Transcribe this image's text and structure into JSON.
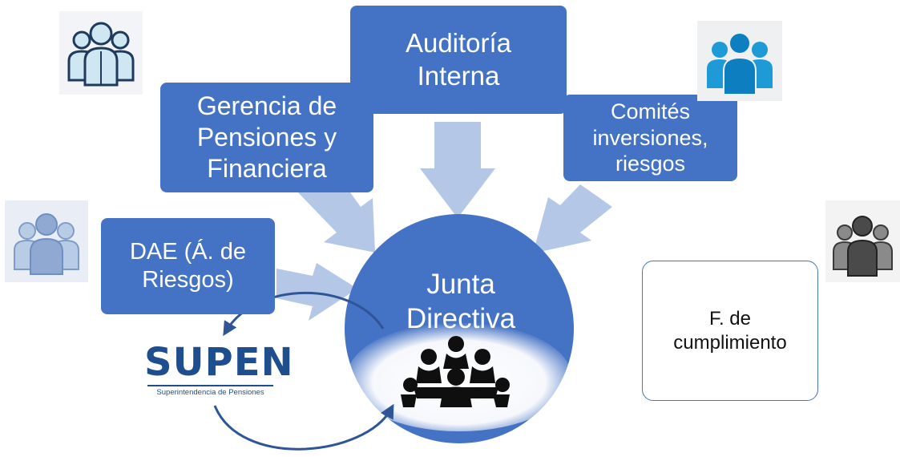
{
  "nodes": {
    "auditoria": {
      "label": "Auditoría\nInterna"
    },
    "gerencia": {
      "label": "Gerencia de\nPensiones y\nFinanciera"
    },
    "comites": {
      "label": "Comités\ninversiones,\nriesgos"
    },
    "dae": {
      "label": "DAE (Á. de\nRiesgos)"
    },
    "junta": {
      "label": "Junta\nDirectiva"
    },
    "cumplimiento": {
      "label": "F. de\ncumplimiento"
    }
  },
  "logo": {
    "name": "SUPEN",
    "subtitle": "Superintendencia de Pensiones"
  },
  "icons": {
    "people_top_left": "people-group-icon",
    "people_top_right": "people-group-icon",
    "people_mid_left": "people-group-icon",
    "people_right": "people-group-icon",
    "meeting": "meeting-table-icon"
  },
  "colors": {
    "box_fill": "#4472c4",
    "arrow_fill": "#b4c7e7",
    "curved_arrow": "#2f5597",
    "logo_blue": "#1f4e8f"
  }
}
